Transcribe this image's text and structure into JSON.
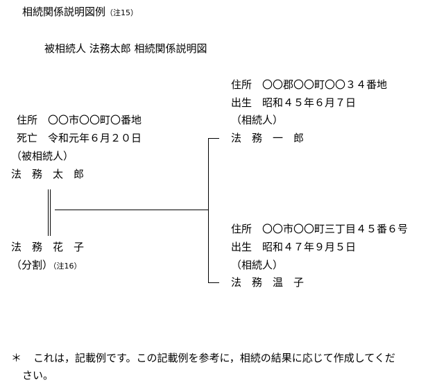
{
  "title": "相続関係説明図例",
  "title_note": "（注15）",
  "subtitle": "被相続人 法務太郎 相続関係説明図",
  "decedent": {
    "address": "住所　〇〇市〇〇町〇番地",
    "death": "死亡　令和元年６月２０日",
    "role": "（被相続人）",
    "name": "法　務　太　郎"
  },
  "spouse": {
    "name": "法　務　花　子",
    "role": "（分割）",
    "note": "（注16）"
  },
  "heirs": [
    {
      "address": "住所　〇〇郡〇〇町〇〇３４番地",
      "birth": "出生　昭和４５年６月７日",
      "role": "（相続人）",
      "name": "法　務　一　郎"
    },
    {
      "address": "住所　〇〇市〇〇町三丁目４５番６号",
      "birth": "出生　昭和４７年９月５日",
      "role": "（相続人）",
      "name": "法　務　温　子"
    }
  ],
  "footnote": {
    "mark": "＊",
    "line1": "これは，記載例です。この記載例を参考に，相続の結果に応じて作成してくだ",
    "line2": "さい。"
  }
}
